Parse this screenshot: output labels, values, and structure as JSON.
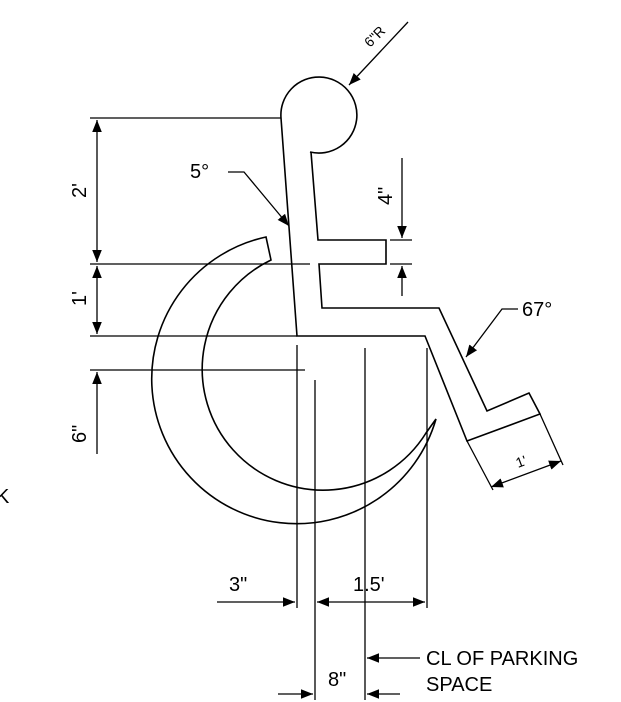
{
  "colors": {
    "line": "#000000",
    "background": "#ffffff"
  },
  "labels": {
    "radius": "6\"R",
    "angle_back": "5°",
    "angle_leg": "67°",
    "dim_2ft": "2'",
    "dim_1ft": "1'",
    "dim_6in": "6\"",
    "dim_4in": "4\"",
    "dim_3in": "3\"",
    "dim_1_5ft": "1.5'",
    "dim_8in": "8\"",
    "dim_foot": "1'",
    "cl_line1": "CL OF PARKING",
    "cl_line2": "SPACE",
    "edge_mark": "K"
  }
}
